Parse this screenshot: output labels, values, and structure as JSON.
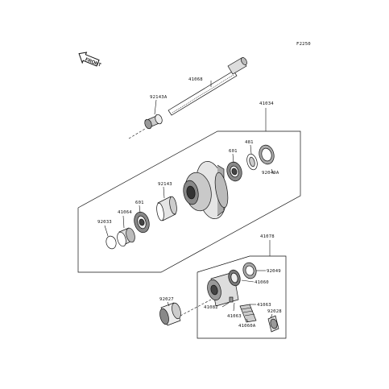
{
  "diagram_code": "F2250",
  "front_badge": "FRONT",
  "groups": {
    "hub_assembly": "41034",
    "drum_assembly": "41078"
  },
  "parts": {
    "axle": "41068",
    "collar_a": "92143A",
    "collar": "92143",
    "bearing_right": "601",
    "bearing_left": "601",
    "cap_481": "481",
    "seal_a": "92049A",
    "circlip": "92033",
    "spacer": "41064",
    "seal_92049": "92049",
    "bearing_41060": "41060",
    "stud_41063_upper": "41063",
    "stud_41063_lower": "41063",
    "pin_41082": "41082",
    "pin_41060a": "41060A",
    "collar_92027": "92027",
    "spring_92028": "92028"
  }
}
